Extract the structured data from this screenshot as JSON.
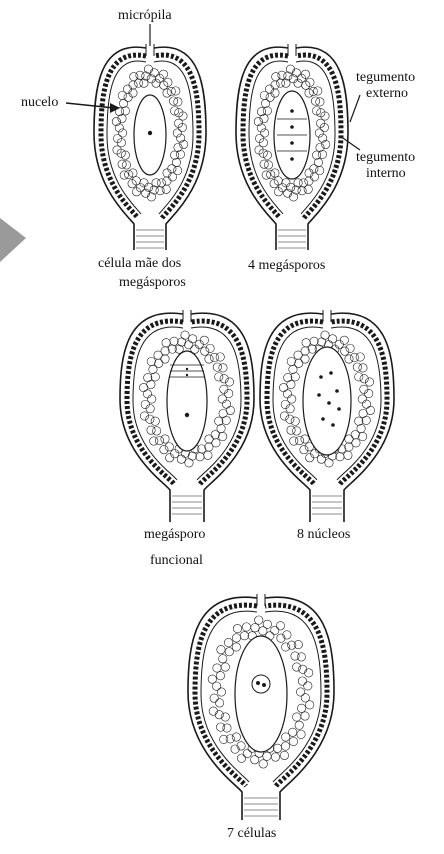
{
  "labels": {
    "micropila": "micrópila",
    "nucelo": "nucelo",
    "tegumento_externo_1": "tegumento",
    "tegumento_externo_2": "externo",
    "tegumento_interno_1": "tegumento",
    "tegumento_interno_2": "interno",
    "stage1_line1": "célula mãe dos",
    "stage1_line2": "megásporos",
    "stage2": "4 megásporos",
    "stage3_line1": "megásporo",
    "stage3_line2": "funcional",
    "stage4": "8 núcleos",
    "stage5": "7 células"
  },
  "colors": {
    "ink": "#1a1a1a",
    "pointer": "#9a9a9a"
  }
}
